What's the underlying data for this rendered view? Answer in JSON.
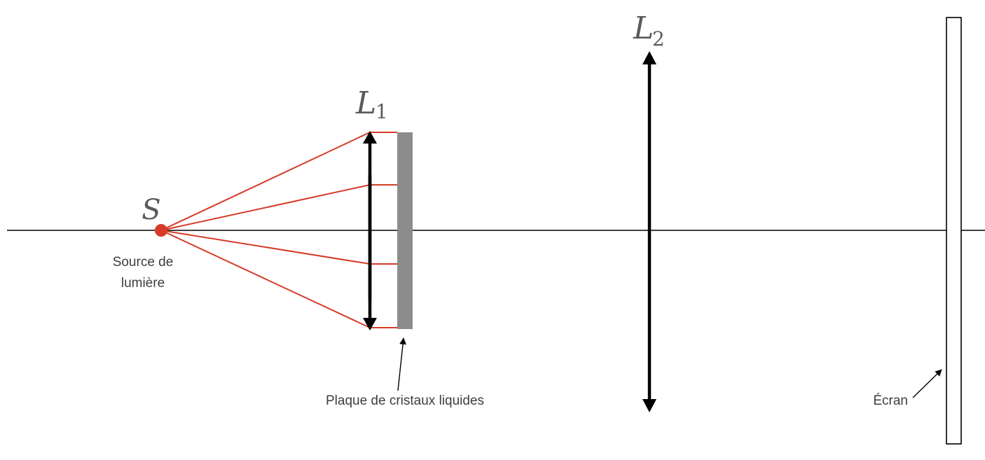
{
  "colors": {
    "ray": "#d63a28",
    "source": "#d63a28",
    "lens": "#000000",
    "axis": "#000000",
    "plate": "#8c8c8c",
    "text": "#3d3d3d",
    "symbol": "#5a5a5a"
  },
  "source": {
    "symbol": "S",
    "label_line1": "Source de",
    "label_line2": "lumière"
  },
  "lens1": {
    "symbol": "L",
    "subscript": "1"
  },
  "lens2": {
    "symbol": "L",
    "subscript": "2"
  },
  "plate": {
    "label": "Plaque de cristaux liquides"
  },
  "screen": {
    "label": "Écran"
  }
}
